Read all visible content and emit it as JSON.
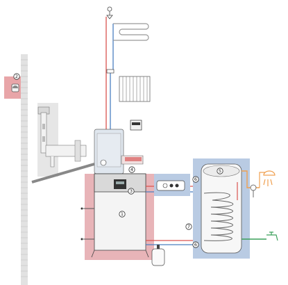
{
  "diagram": {
    "callouts": [
      {
        "id": "1",
        "label": "1",
        "component": "boiler"
      },
      {
        "id": "2",
        "label": "2",
        "component": "outdoor-sensor"
      },
      {
        "id": "3",
        "label": "3",
        "component": "boiler-controller"
      },
      {
        "id": "4",
        "label": "4",
        "component": "control-module"
      },
      {
        "id": "5",
        "label": "5",
        "component": "hot-water-cylinder"
      },
      {
        "id": "6a",
        "label": "6",
        "component": "cylinder-primary-flow-valve"
      },
      {
        "id": "6b",
        "label": "6",
        "component": "cylinder-primary-return-valve"
      },
      {
        "id": "7",
        "label": "7",
        "component": "cylinder-sensor"
      }
    ],
    "colors": {
      "heating_flow": "#d9534f",
      "heating_return": "#4a7fc1",
      "boiler_zone": "#e8b4b8",
      "cylinder_zone": "#b9cbe3",
      "outdoor_zone": "#e8a5a8",
      "hot_water_outlet": "#f0a050",
      "cold_water_inlet": "#3aa05a",
      "wall": "#d0d0d0"
    },
    "icons": [
      "radiator-icon",
      "underfloor-heating-icon",
      "shower-icon",
      "tap-icon",
      "expansion-vessel-icon",
      "chimney-icon",
      "thermostat-icon"
    ]
  }
}
